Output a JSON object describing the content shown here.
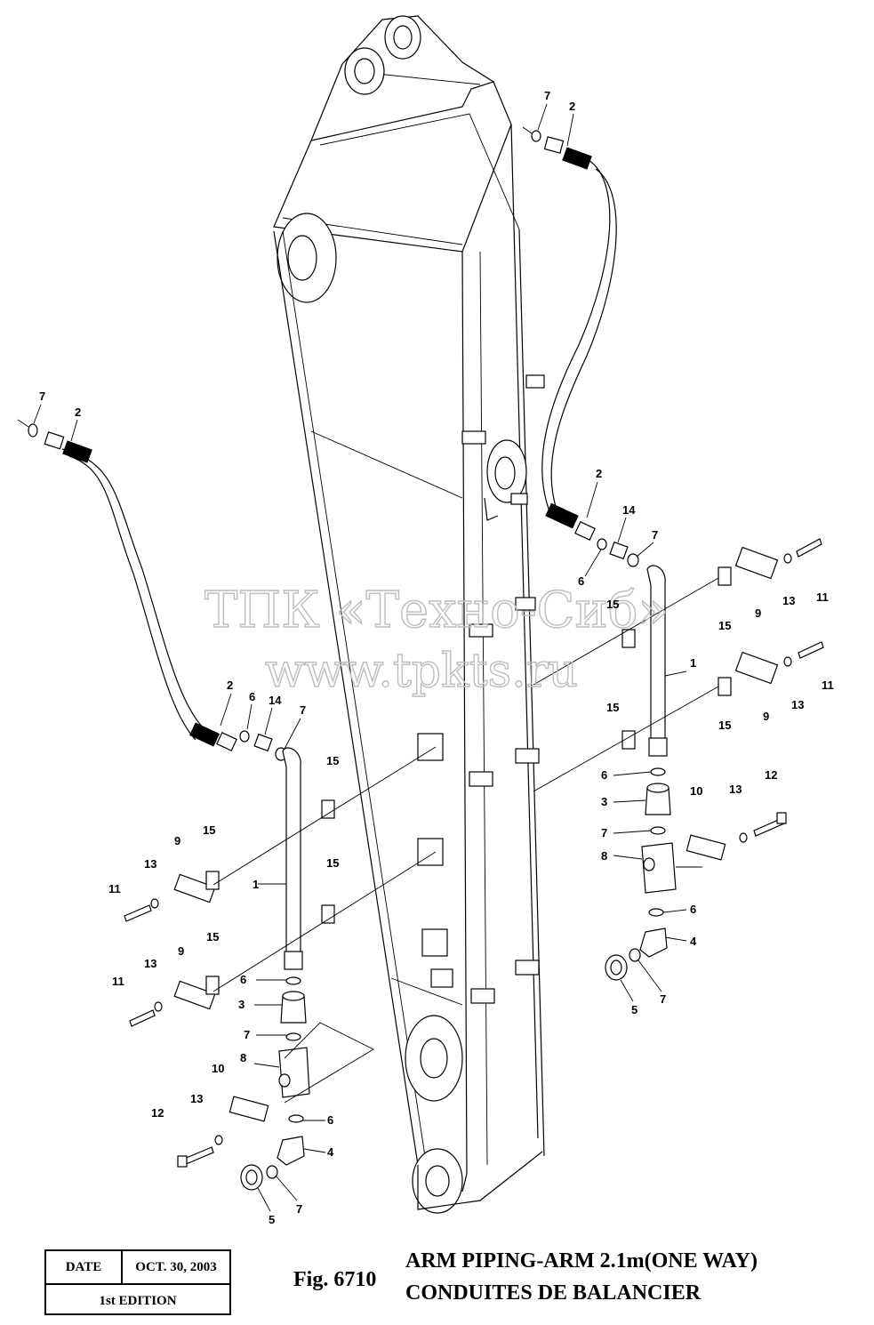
{
  "figure": {
    "number": "Fig. 6710",
    "title_en": "ARM PIPING-ARM 2.1m(ONE WAY)",
    "title_fr": "CONDUITES DE BALANCIER"
  },
  "title_block": {
    "date_label": "DATE",
    "date_value": "OCT. 30, 2003",
    "edition": "1st EDITION"
  },
  "watermark": {
    "line1": "ТПК «Техно-Сиб»",
    "line2": "www.tpkts.ru"
  },
  "callouts": {
    "c1": "7",
    "c2": "2",
    "c3": "7",
    "c4": "2",
    "c5": "2",
    "c6": "14",
    "c7": "7",
    "c8": "6",
    "c9": "9",
    "c10": "13",
    "c11": "11",
    "c12": "15",
    "c13": "15",
    "c14": "1",
    "c15": "9",
    "c16": "13",
    "c17": "11",
    "c18": "15",
    "c19": "15",
    "c20": "6",
    "c21": "3",
    "c22": "7",
    "c23": "8",
    "c24": "10",
    "c25": "13",
    "c26": "12",
    "c27": "6",
    "c28": "4",
    "c29": "7",
    "c30": "5",
    "c31": "2",
    "c32": "6",
    "c33": "14",
    "c34": "7",
    "c35": "15",
    "c36": "9",
    "c37": "13",
    "c38": "11",
    "c39": "15",
    "c40": "1",
    "c41": "9",
    "c42": "13",
    "c43": "11",
    "c44": "15",
    "c45": "15",
    "c46": "6",
    "c47": "3",
    "c48": "7",
    "c49": "8",
    "c50": "10",
    "c51": "13",
    "c52": "12",
    "c53": "6",
    "c54": "4",
    "c55": "7",
    "c56": "5"
  }
}
